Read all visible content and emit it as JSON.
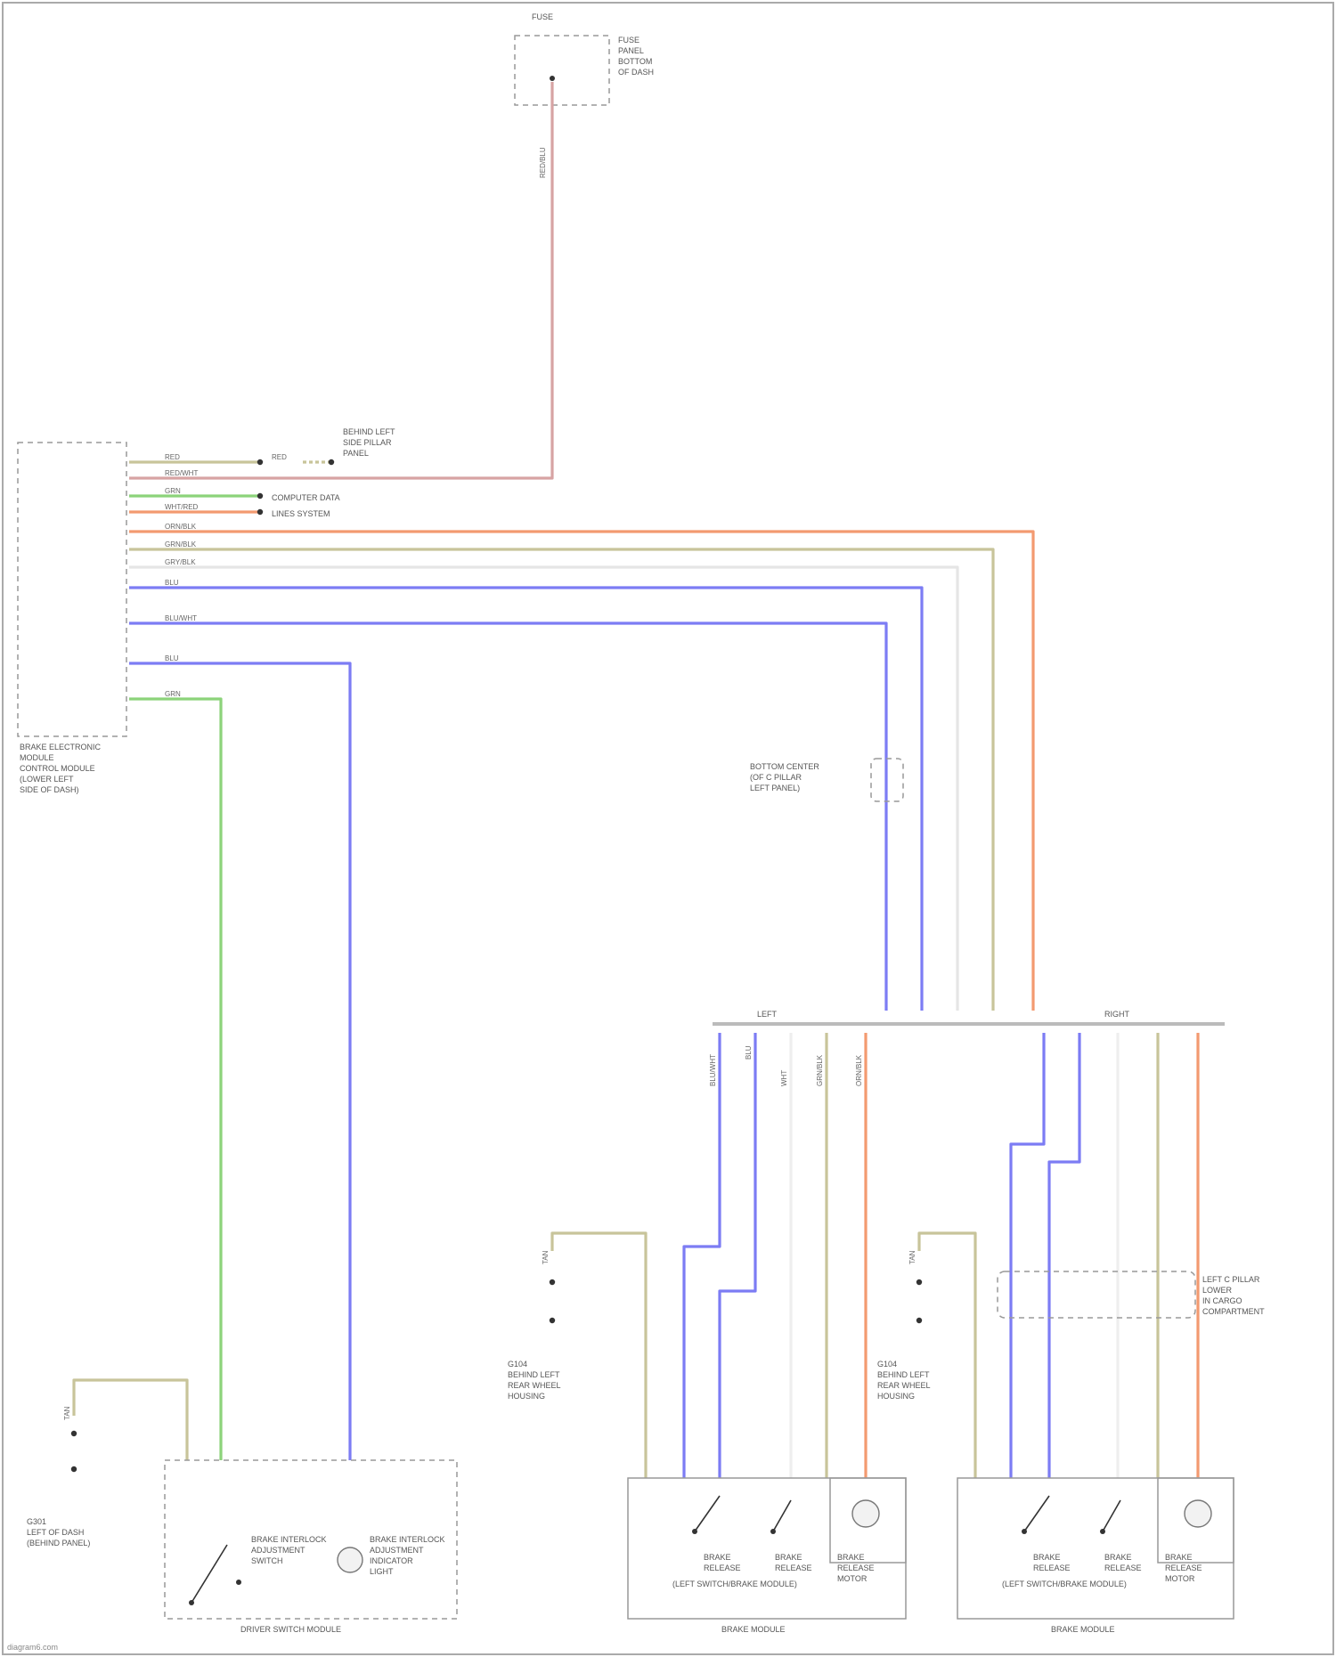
{
  "colors": {
    "red_wire": "#d7a3a3",
    "orange_wire": "#f39a70",
    "tan_wire": "#c8c49a",
    "green_wire": "#8cd37a",
    "blue_wire": "#7c7cf4",
    "white_wire": "#e8e8e8",
    "gray_wire": "#c9c9c9"
  },
  "labels": {
    "fuse_top": "FUSE",
    "fuse_panel_1": "FUSE",
    "fuse_panel_2": "PANEL",
    "fuse_panel_3": "BOTTOM",
    "fuse_panel_4": "OF DASH",
    "module_1": "BRAKE ELECTRONIC",
    "module_2": "MODULE",
    "module_3": "CONTROL MODULE",
    "module_4": "(LOWER LEFT",
    "module_5": "SIDE OF DASH)",
    "top_ref_1": "BEHIND LEFT",
    "top_ref_2": "SIDE PILLAR",
    "top_ref_3": "PANEL",
    "other_1": "COMPUTER DATA",
    "other_2": "LINES SYSTEM",
    "splice_1": "BOTTOM CENTER",
    "splice_2": "(OF C PILLAR",
    "splice_3": "LEFT PANEL)",
    "ground_left_1": "G301",
    "ground_left_2": "LEFT OF DASH",
    "ground_left_3": "(BEHIND PANEL)",
    "ground_mid_1": "G104",
    "ground_mid_2": "BEHIND LEFT",
    "ground_mid_3": "REAR WHEEL",
    "ground_mid_4": "HOUSING",
    "ground_right_1": "G104",
    "ground_right_2": "BEHIND LEFT",
    "ground_right_3": "REAR WHEEL",
    "ground_right_4": "HOUSING",
    "conn_right_1": "LEFT C PILLAR",
    "conn_right_2": "LOWER",
    "conn_right_3": "IN CARGO",
    "conn_right_4": "COMPARTMENT",
    "driver_sw_1": "BRAKE INTERLOCK",
    "driver_sw_2": "ADJUSTMENT",
    "driver_sw_3": "SWITCH",
    "driver_ind_1": "BRAKE INTERLOCK",
    "driver_ind_2": "ADJUSTMENT",
    "driver_ind_3": "INDICATOR",
    "driver_ind_4": "LIGHT",
    "driver_module": "DRIVER SWITCH MODULE",
    "rm_left_sw1_1": "BRAKE",
    "rm_left_sw1_2": "RELEASE",
    "rm_left_sw2_1": "BRAKE",
    "rm_left_sw2_2": "RELEASE",
    "rm_left_sw_caption": "(LEFT SWITCH/BRAKE MODULE)",
    "rm_left_motor_1": "BRAKE",
    "rm_left_motor_2": "RELEASE",
    "rm_left_motor_3": "MOTOR",
    "rm_left_module": "BRAKE MODULE",
    "rm_right_sw1_1": "BRAKE",
    "rm_right_sw1_2": "RELEASE",
    "rm_right_sw2_1": "BRAKE",
    "rm_right_sw2_2": "RELEASE",
    "rm_right_sw_caption": "(LEFT SWITCH/BRAKE MODULE)",
    "rm_right_motor_1": "BRAKE",
    "rm_right_motor_2": "RELEASE",
    "rm_right_motor_3": "MOTOR",
    "rm_right_module": "BRAKE MODULE",
    "bus_left": "LEFT",
    "bus_right": "RIGHT",
    "footer": "diagram6.com"
  },
  "wire_codes": {
    "top_red": "RED/BLU",
    "c1": "RED",
    "c2": "RED/WHT",
    "c3": "GRN",
    "c4": "WHT/RED",
    "c5": "ORN/BLK",
    "c6": "GRN/BLK",
    "c7": "GRY/BLK",
    "c8": "BLU",
    "c9": "BLU/WHT",
    "c10": "BLU",
    "c11": "GRN",
    "r1": "RED",
    "v1": "BLU/WHT",
    "v2": "BLU",
    "v3": "WHT",
    "v4": "GRN/BLK",
    "v5": "ORN/BLK",
    "g1": "TAN",
    "g2": "TAN",
    "g3": "TAN"
  }
}
